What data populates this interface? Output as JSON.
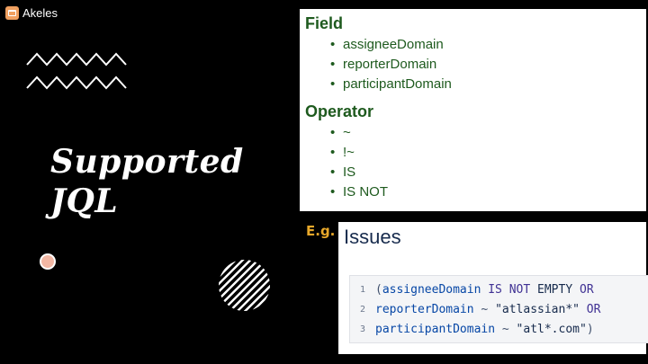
{
  "brand": {
    "name": "Akeles"
  },
  "slide": {
    "title_line1": "Supported",
    "title_line2": "JQL"
  },
  "field_section": {
    "title": "Field",
    "items": [
      "assigneeDomain",
      "reporterDomain",
      "participantDomain"
    ]
  },
  "operator_section": {
    "title": "Operator",
    "items": [
      "~",
      "!~",
      "IS",
      "IS NOT"
    ]
  },
  "example": {
    "label": "E.g.",
    "heading": "Issues",
    "lines": [
      {
        "num": "1",
        "parts": [
          "(",
          "assigneeDomain",
          " IS NOT ",
          "EMPTY",
          " OR"
        ]
      },
      {
        "num": "2",
        "parts": [
          "reporterDomain",
          " ~ ",
          "\"atlassian*\"",
          " OR"
        ]
      },
      {
        "num": "3",
        "parts": [
          "participantDomain",
          " ~ ",
          "\"atl*.com\"",
          ")"
        ]
      }
    ]
  },
  "colors": {
    "section_green": "#1e5a1e",
    "eg_orange": "#e8a82a",
    "accent_peach": "#f2b7a4"
  }
}
